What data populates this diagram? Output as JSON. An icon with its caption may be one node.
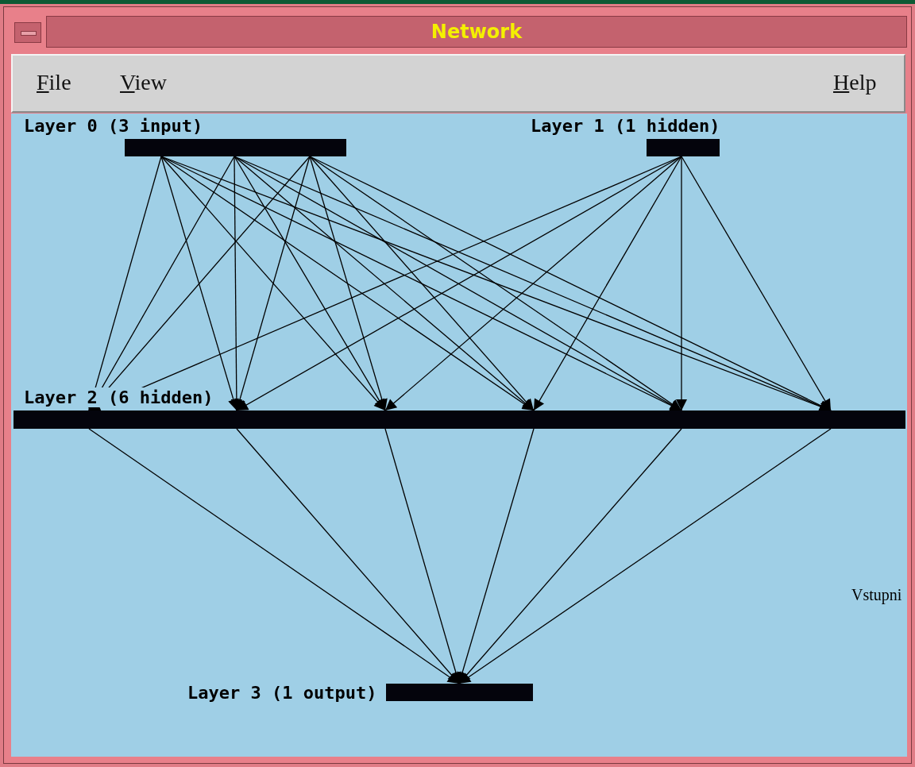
{
  "diagram": {
    "title": "Network",
    "nodes": [
      {
        "text": [
          "Layer 0 (3 input)"
        ]
      },
      {
        "text": [
          "Layer 1 (1 hidden)"
        ]
      },
      {
        "text": [
          "Layer 2 (6 hidden)"
        ]
      },
      {
        "text": [
          "Layer 3 (1 output)"
        ]
      }
    ],
    "edges": [
      {
        "from": 0,
        "to": 2,
        "arrow": "to"
      },
      {
        "from": 0,
        "to": 2,
        "arrow": "to"
      },
      {
        "from": 0,
        "to": 2,
        "arrow": "to"
      },
      {
        "from": 0,
        "to": 2,
        "arrow": "to"
      },
      {
        "from": 0,
        "to": 2,
        "arrow": "to"
      },
      {
        "from": 0,
        "to": 2,
        "arrow": "to"
      },
      {
        "from": 0,
        "to": 2,
        "arrow": "to"
      },
      {
        "from": 0,
        "to": 2,
        "arrow": "to"
      },
      {
        "from": 0,
        "to": 2,
        "arrow": "to"
      },
      {
        "from": 0,
        "to": 2,
        "arrow": "to"
      },
      {
        "from": 0,
        "to": 2,
        "arrow": "to"
      },
      {
        "from": 0,
        "to": 2,
        "arrow": "to"
      },
      {
        "from": 0,
        "to": 2,
        "arrow": "to"
      },
      {
        "from": 0,
        "to": 2,
        "arrow": "to"
      },
      {
        "from": 0,
        "to": 2,
        "arrow": "to"
      },
      {
        "from": 0,
        "to": 2,
        "arrow": "to"
      },
      {
        "from": 0,
        "to": 2,
        "arrow": "to"
      },
      {
        "from": 0,
        "to": 2,
        "arrow": "to"
      },
      {
        "from": 1,
        "to": 2,
        "arrow": "to"
      },
      {
        "from": 1,
        "to": 2,
        "arrow": "to"
      },
      {
        "from": 1,
        "to": 2,
        "arrow": "to"
      },
      {
        "from": 1,
        "to": 2,
        "arrow": "to"
      },
      {
        "from": 1,
        "to": 2,
        "arrow": "to"
      },
      {
        "from": 1,
        "to": 2,
        "arrow": "to"
      },
      {
        "from": 2,
        "to": 3,
        "arrow": "to"
      },
      {
        "from": 2,
        "to": 3,
        "arrow": "to"
      },
      {
        "from": 2,
        "to": 3,
        "arrow": "to"
      },
      {
        "from": 2,
        "to": 3,
        "arrow": "to"
      },
      {
        "from": 2,
        "to": 3,
        "arrow": "to"
      },
      {
        "from": 2,
        "to": 3,
        "arrow": "to"
      }
    ],
    "labels": [
      "File",
      "View",
      "Help",
      "Vstupni"
    ]
  }
}
